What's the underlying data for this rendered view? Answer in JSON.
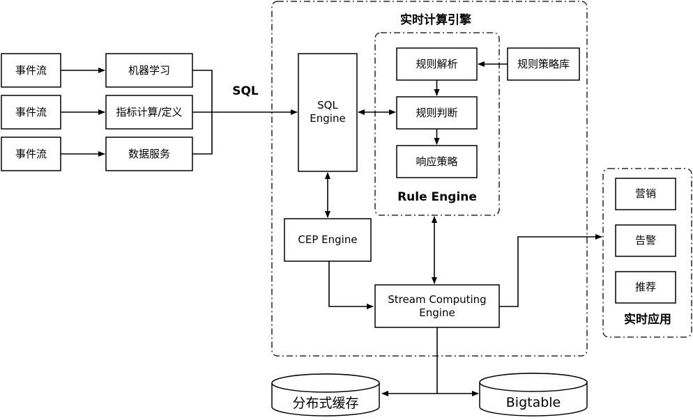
{
  "title": "实时计算引擎",
  "sql_label": "SQL",
  "event_streams": [
    "事件流",
    "事件流",
    "事件流"
  ],
  "processors": [
    "机器学习",
    "指标计算/定义",
    "数据服务"
  ],
  "sql_engine": {
    "line1": "SQL",
    "line2": "Engine"
  },
  "rule_engine": {
    "title": "Rule Engine",
    "parse": "规则解析",
    "judge": "规则判断",
    "response": "响应策略"
  },
  "rule_library": "规则策略库",
  "cep_engine": "CEP Engine",
  "stream_engine": {
    "line1": "Stream Computing",
    "line2": "Engine"
  },
  "realtime_apps": {
    "title": "实时应用",
    "items": [
      "营销",
      "告警",
      "推荐"
    ]
  },
  "storage": {
    "cache": "分布式缓存",
    "bigtable": "Bigtable"
  }
}
